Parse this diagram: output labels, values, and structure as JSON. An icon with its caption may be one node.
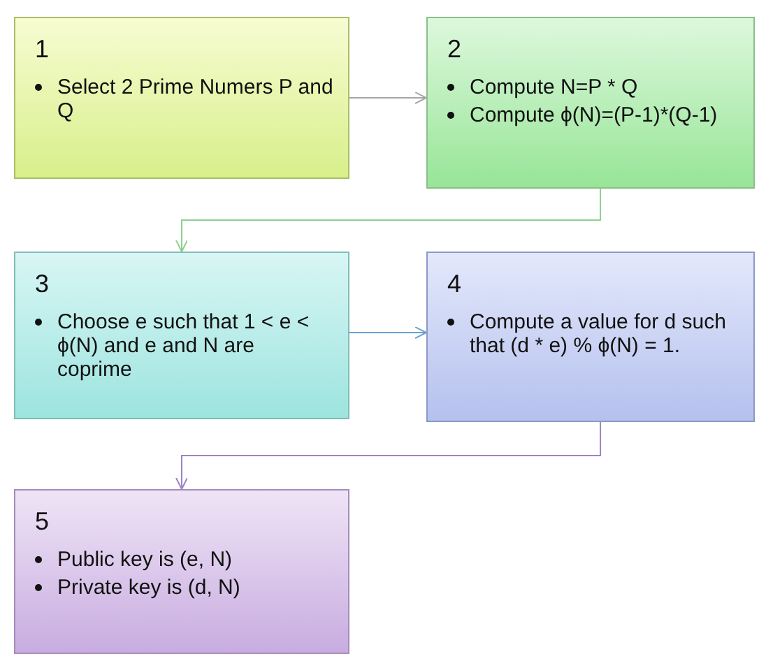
{
  "diagram": {
    "nodes": [
      {
        "text": [
          "1",
          "Select 2 Prime Numers P and Q"
        ]
      },
      {
        "text": [
          "2",
          "Compute N=P * Q",
          "Compute ϕ(N)=(P-1)*(Q-1)"
        ]
      },
      {
        "text": [
          "3",
          "Choose e such that 1 < e < ϕ(N) and e and N are coprime"
        ]
      },
      {
        "text": [
          "4",
          "Compute a value for d such that (d * e) % ϕ(N) = 1."
        ]
      },
      {
        "text": [
          "5",
          "Public key is (e, N)",
          "Private key is (d, N)"
        ]
      }
    ],
    "edges": [
      {
        "from": 0,
        "to": 1,
        "arrow": "to",
        "color": "#a6a6a6"
      },
      {
        "from": 1,
        "to": 2,
        "arrow": "to",
        "color": "#8fcf8f"
      },
      {
        "from": 2,
        "to": 3,
        "arrow": "to",
        "color": "#6f9fd0"
      },
      {
        "from": 3,
        "to": 4,
        "arrow": "to",
        "color": "#9b84c4"
      }
    ]
  }
}
